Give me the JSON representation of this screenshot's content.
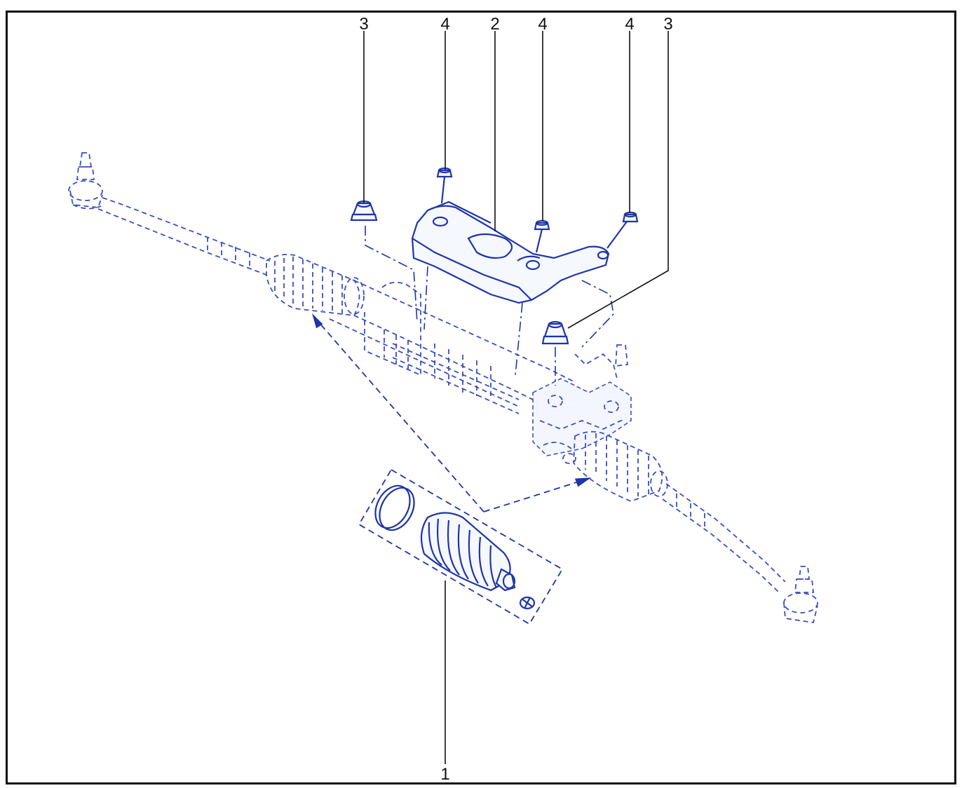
{
  "callouts": [
    {
      "id": "c1",
      "label": "1"
    },
    {
      "id": "c2",
      "label": "2"
    },
    {
      "id": "c3a",
      "label": "3"
    },
    {
      "id": "c3b",
      "label": "3"
    },
    {
      "id": "c4a",
      "label": "4"
    },
    {
      "id": "c4b",
      "label": "4"
    },
    {
      "id": "c4c",
      "label": "4"
    }
  ],
  "colors": {
    "line_art": "#1f35a8",
    "callout": "#111111",
    "frame": "#111111"
  }
}
